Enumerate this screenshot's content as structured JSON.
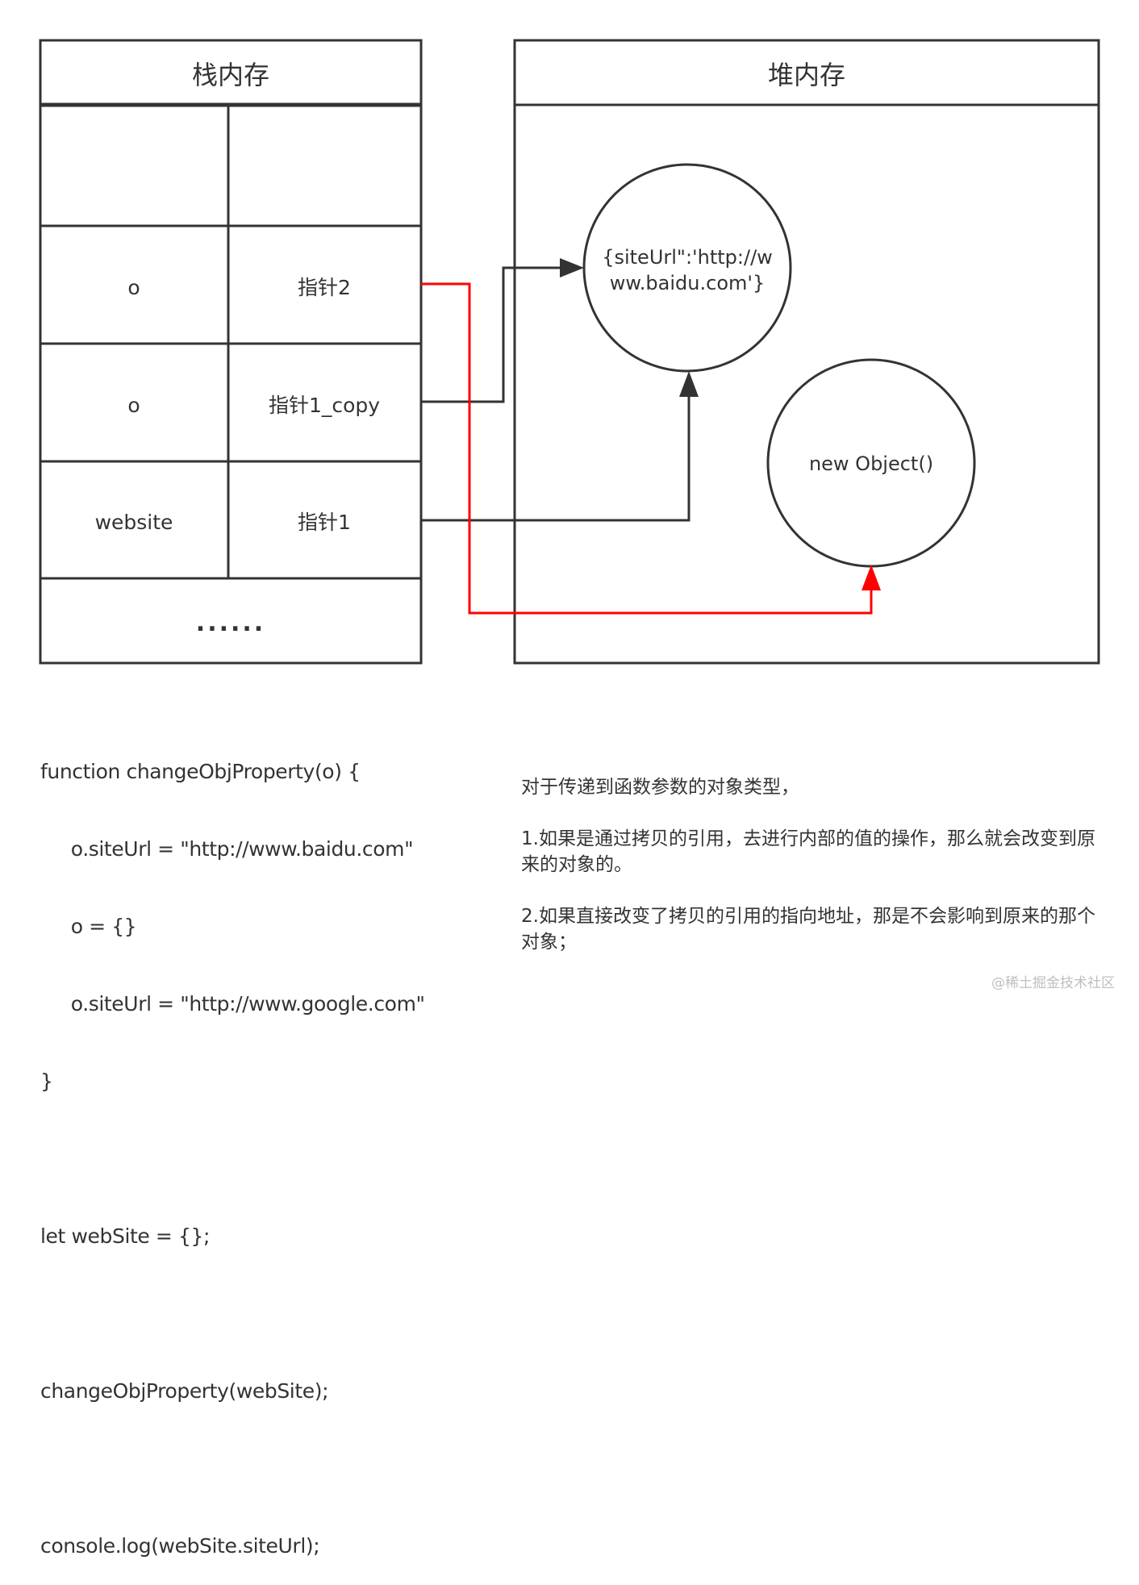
{
  "stack": {
    "title": "栈内存",
    "rows": [
      {
        "name": "",
        "value": ""
      },
      {
        "name": "o",
        "value": "指针2"
      },
      {
        "name": "o",
        "value": "指针1_copy"
      },
      {
        "name": "website",
        "value": "指针1"
      }
    ],
    "ellipsis": "......"
  },
  "heap": {
    "title": "堆内存",
    "object1_lines": [
      "{siteUrl\":'http://w",
      "ww.baidu.com'}"
    ],
    "object2": "new Object()"
  },
  "code": {
    "lines": [
      "function changeObjProperty(o) {",
      "     o.siteUrl = \"http://www.baidu.com\"",
      "     o = {}",
      "     o.siteUrl = \"http://www.google.com\"",
      "}",
      "",
      "let webSite = {};",
      "",
      "changeObjProperty(webSite);",
      "",
      "console.log(webSite.siteUrl);"
    ]
  },
  "note": {
    "intro": "对于传递到函数参数的对象类型，",
    "point1": "1.如果是通过拷贝的引用，去进行内部的值的操作，那么就会改变到原来的对象的。",
    "point2": "2.如果直接改变了拷贝的引用的指向地址，那是不会影响到原来的那个对象；"
  },
  "watermark": "@稀土掘金技术社区",
  "colors": {
    "line": "#333333",
    "copy_arrow": "#333333",
    "reassign_arrow": "#ff0000"
  },
  "icons": {
    "arrow_head": "triangle-arrow-icon"
  }
}
